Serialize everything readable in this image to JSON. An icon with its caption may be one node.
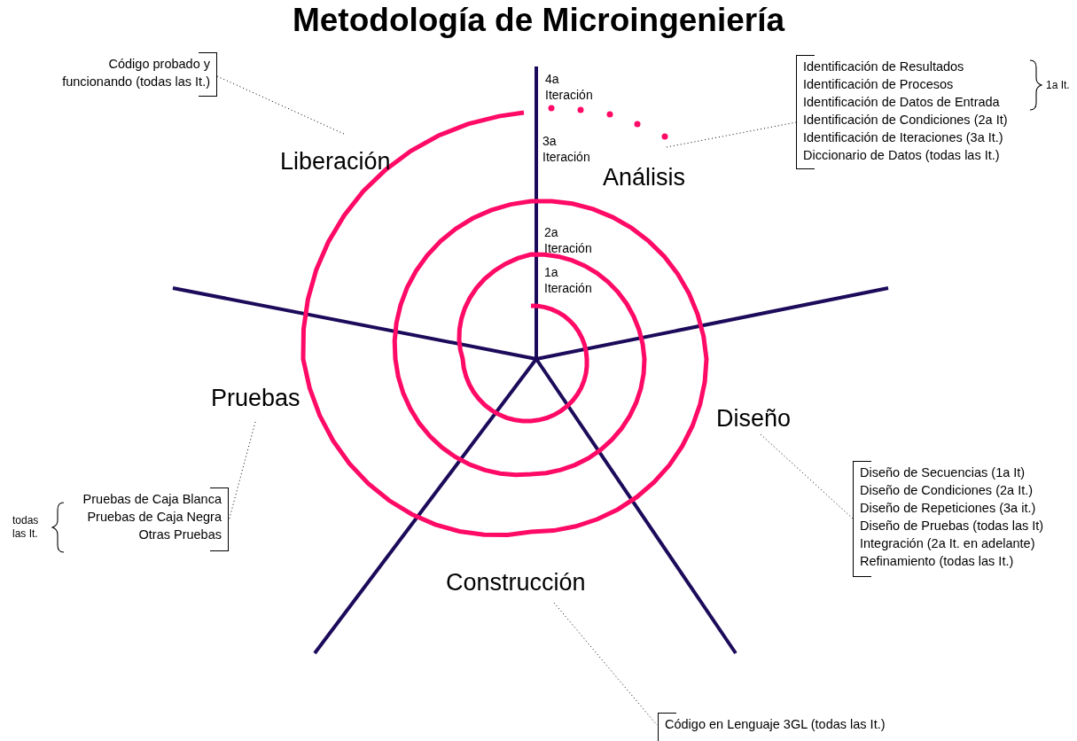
{
  "diagram": {
    "title": "Metodología de Microingeniería",
    "nodes": [
      {
        "text": [
          "Código probado y  funcionando (todas las It.)"
        ]
      },
      {
        "text": [
          "Liberación"
        ]
      },
      {
        "text": [
          "Análisis"
        ]
      },
      {
        "text": [
          "Identificación de Resultados",
          "Identificación de Procesos",
          "Identificación de Datos de Entrada",
          "Identificación de Condiciones (2a It)",
          "Identificación de Iteraciones (3a It.)",
          "Diccionario de Datos (todas las It.)"
        ],
        "beside": [
          "1a It."
        ]
      },
      {
        "text": [
          "Pruebas"
        ]
      },
      {
        "text": [
          "Pruebas de Caja Blanca",
          "Pruebas de Caja Negra",
          "Otras Pruebas"
        ],
        "beside": [
          "todas las It."
        ]
      },
      {
        "text": [
          "Diseño"
        ]
      },
      {
        "text": [
          "Diseño de Secuencias (1a It)",
          "Diseño de Condiciones (2a It.)",
          "Diseño de Repeticiones (3a it.)",
          "Diseño de Pruebas (todas las It)",
          "Integración (2a It. en adelante)",
          "Refinamiento (todas las It.)"
        ]
      },
      {
        "text": [
          "Construcción"
        ]
      },
      {
        "text": [
          "Código en Lenguaje 3GL (todas las It.)"
        ]
      }
    ],
    "edges": [
      {
        "from": 0,
        "to": 1,
        "arrow": "none"
      },
      {
        "from": 2,
        "to": 3,
        "arrow": "none"
      },
      {
        "from": 4,
        "to": 5,
        "arrow": "none"
      },
      {
        "from": 6,
        "to": 7,
        "arrow": "none"
      },
      {
        "from": 8,
        "to": 9,
        "arrow": "none"
      }
    ],
    "labels": [
      "4a Iteración",
      "3a Iteración",
      "2a Iteración",
      "1a Iteración"
    ]
  }
}
